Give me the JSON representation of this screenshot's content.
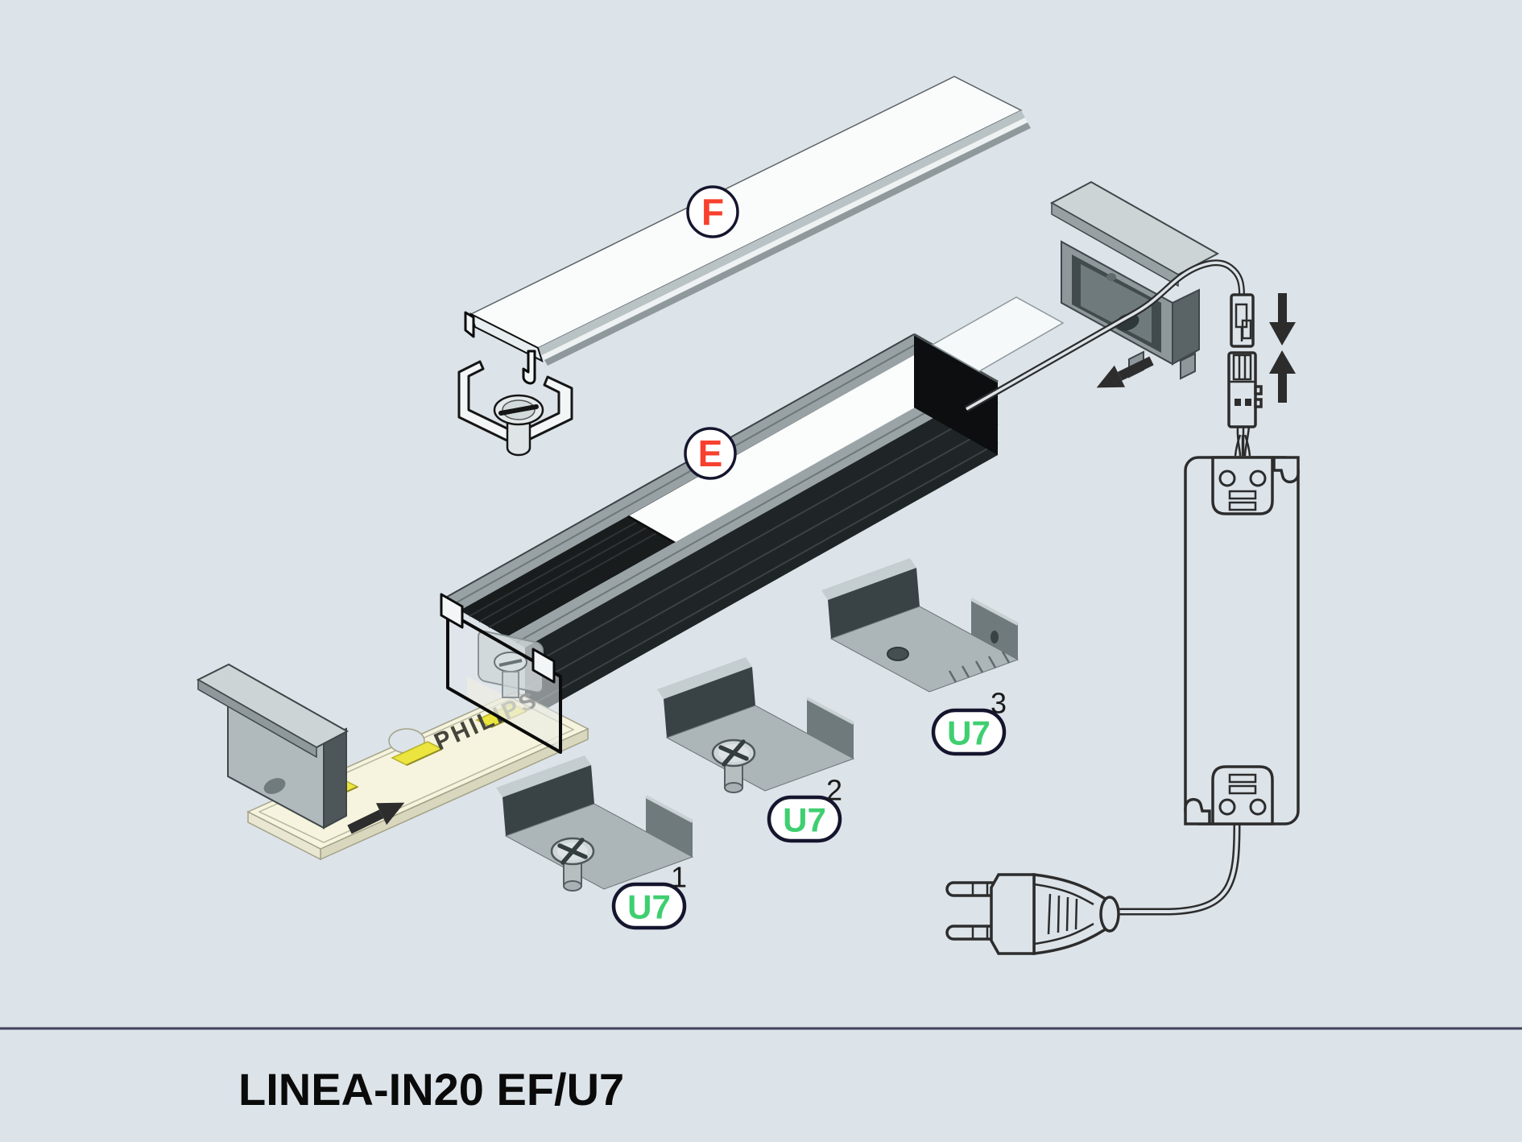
{
  "diagram": {
    "title": "LINEA-IN20 EF/U7",
    "background_color": "#dce3e9",
    "accent_red": "#f8402f",
    "accent_green": "#3fcf70",
    "badge_border": "#15152e",
    "profile_color": "#1b1f21",
    "lineart_color": "#2c2c2c",
    "callouts": {
      "diffuser_cover": {
        "letter": "F"
      },
      "profile_extrusion": {
        "letter": "E"
      }
    },
    "mounting_clips": [
      {
        "label": "U7",
        "index": "1"
      },
      {
        "label": "U7",
        "index": "2"
      },
      {
        "label": "U7",
        "index": "3"
      }
    ],
    "led_strip": {
      "brand": "PHILIPS"
    }
  }
}
